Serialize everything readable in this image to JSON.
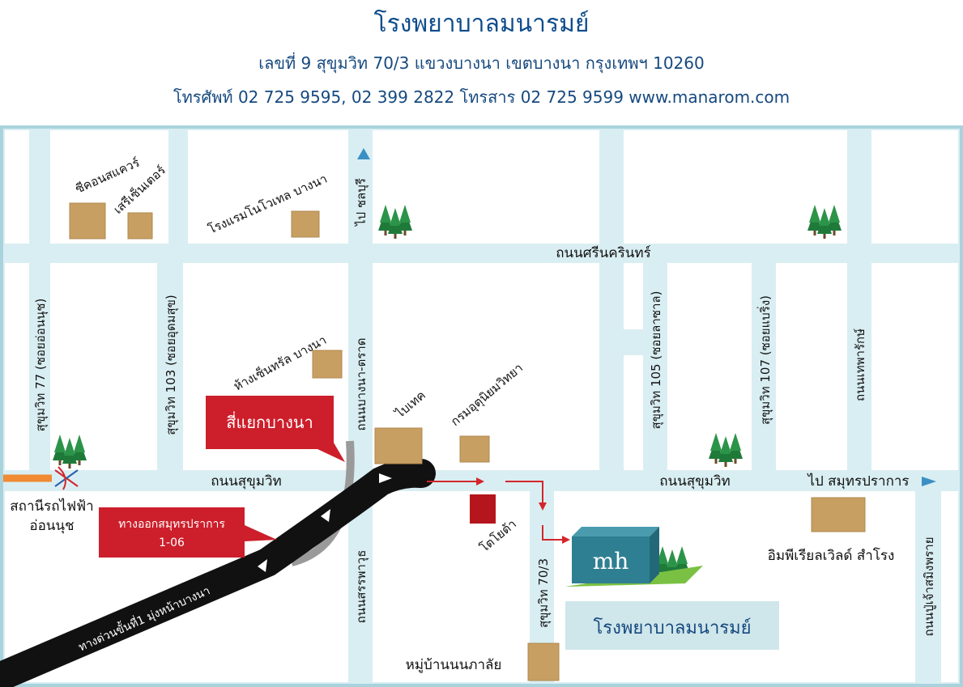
{
  "header": {
    "title": "โรงพยาบาลมนารมย์",
    "address": "เลขที่ 9 สุขุมวิท 70/3 แขวงบางนา เขตบางนา กรุงเทพฯ 10260",
    "contact": "โทรศัพท์ 02 725 9595, 02 399 2822 โทรสาร 02 725 9599  www.manarom.com"
  },
  "colors": {
    "road": "#d9eef2",
    "road_border": "#a9d3dc",
    "hospital_building": "#2f7f92",
    "callout_red": "#cc1f2b",
    "tram_orange": "#f08a33",
    "arrow_red": "#d3262c",
    "box_tan": "#c79f62",
    "toyota_red": "#b5151c",
    "lawn_green": "#7ac143"
  },
  "map": {
    "roads": {
      "srinakarin": "ถนนศรีนครินทร์",
      "sukhumvit_left": "ถนนสุขุมวิท",
      "sukhumvit_right": "ถนนสุขุมวิท",
      "to_samutprakan": "ไป สมุทรปราการ",
      "to_chonburi": "ไป ชลบุรี",
      "bangna_trat": "ถนนบางนา-ตราด",
      "sanphawut": "ถนนสรรพาวุธ",
      "thepharak": "ถนนเทพารักษ์",
      "pu_chao": "ถนนปู่เจ้าสมิงพราย",
      "soi77": "สุขุมวิท 77 (ซอยอ่อนนุช)",
      "soi103": "สุขุมวิท 103 (ซอยอุดมสุข)",
      "soi105": "สุขุมวิท 105 (ซอยลาซาล)",
      "soi107": "สุขุมวิท 107 (ซอยแบริ่ง)",
      "soi70_3": "สุขุมวิท 70/3",
      "expressway": "ทางด่วนขั้นที่1 มุ่งหน้าบางนา"
    },
    "landmarks": {
      "seacon_square": "ซีคอนสแควร์",
      "seri_center": "เสรีเซ็นเตอร์",
      "novotel": "โรงแรมโนโวเทล บางนา",
      "central_bangna": "ห้างเซ็นทรัล บางนา",
      "bitec": "ไบเทค",
      "met_dept": "กรมอุตุนิยมวิทยา",
      "toyota": "โตโยต้า",
      "imperial": "อิมพีเรียลเวิลด์ สำโรง",
      "moo_baan": "หมู่บ้านนนภาลัย",
      "bts_station_line1": "สถานีรถไฟฟ้า",
      "bts_station_line2": "อ่อนนุช"
    },
    "callouts": {
      "bangna_junction": "สี่แยกบางนา",
      "exit_line1": "ทางออกสมุทรปราการ",
      "exit_line2": "1-06"
    },
    "hospital": {
      "logo": "mh",
      "label": "โรงพยาบาลมนารมย์"
    },
    "icons": {
      "tree": "tree-icon",
      "building": "building-box-icon",
      "arrow": "direction-arrow-icon"
    }
  }
}
